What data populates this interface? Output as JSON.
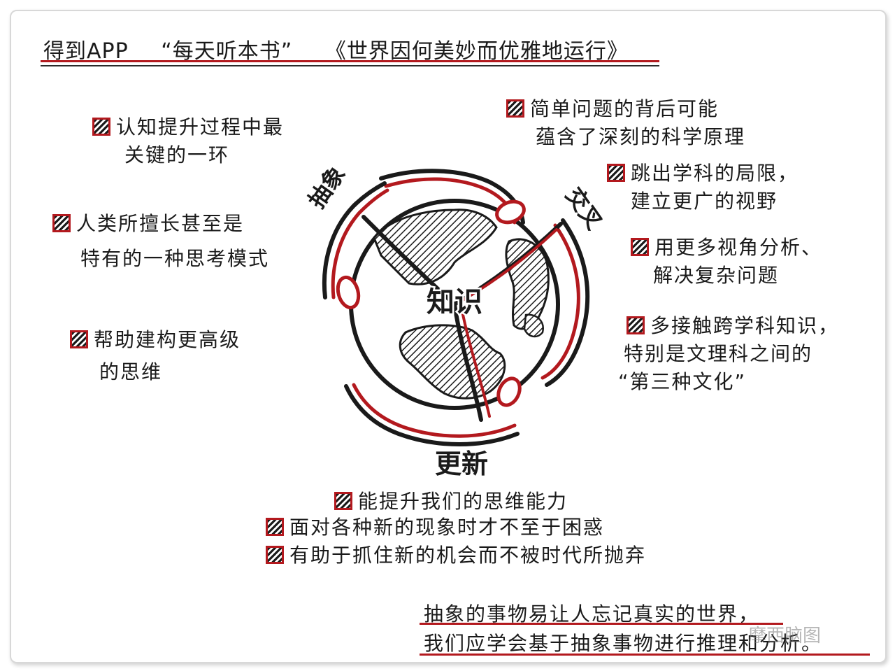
{
  "header": {
    "app": "得到APP",
    "series": "“每天听本书”",
    "book": "《世界因何美妙而优雅地运行》"
  },
  "center": {
    "title": "知识",
    "label_abstract": "抽象",
    "label_cross": "交叉",
    "label_update": "更新"
  },
  "left_notes": [
    {
      "lines": [
        "认知提升过程中最",
        "关键的一环"
      ]
    },
    {
      "lines": [
        "人类所擅长甚至是",
        "特有的一种思考模式"
      ]
    },
    {
      "lines": [
        "帮助建构更高级",
        "的思维"
      ]
    }
  ],
  "right_notes": [
    {
      "lines": [
        "简单问题的背后可能",
        "蕴含了深刻的科学原理"
      ]
    },
    {
      "lines": [
        "跳出学科的局限，",
        "建立更广的视野"
      ]
    },
    {
      "lines": [
        "用更多视角分析、",
        "解决复杂问题"
      ]
    },
    {
      "lines": [
        "多接触跨学科知识，",
        "特别是文理科之间的",
        "“第三种文化”"
      ]
    }
  ],
  "bottom_notes": [
    "能提升我们的思维能力",
    "面对各种新的现象时才不至于困惑",
    "有助于抓住新的机会而不被时代所抛弃"
  ],
  "footer": {
    "line1": "抽象的事物易让人忘记真实的世界，",
    "line2": "我们应学会基于抽象事物进行推理和分析。"
  },
  "watermark": "摩西脑图",
  "colors": {
    "accent_red": "#b3191e",
    "ink": "#1a1a1a"
  },
  "icons": {
    "bullet": "hatched-red-square-icon",
    "globe": "globe-icon"
  }
}
